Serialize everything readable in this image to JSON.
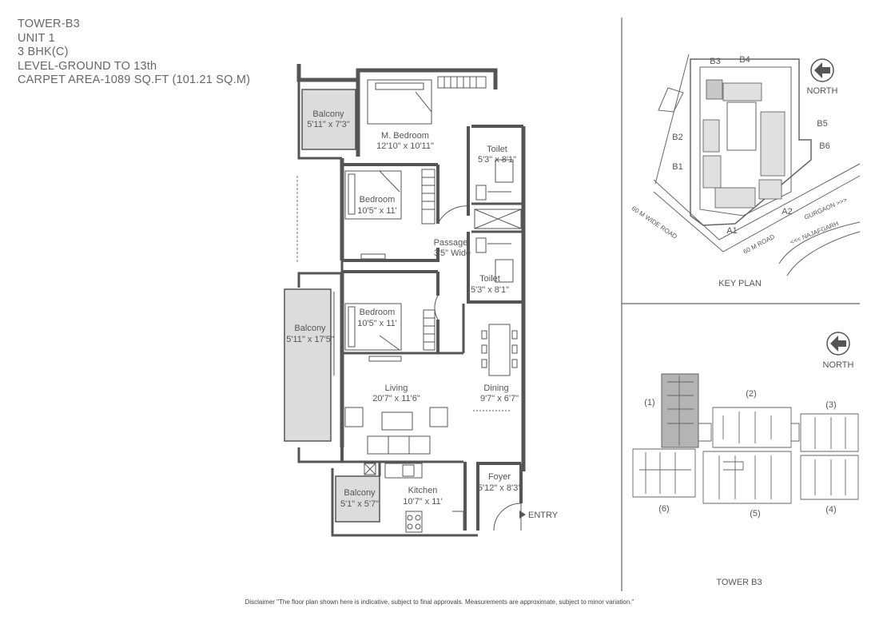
{
  "header": {
    "tower": "TOWER-B3",
    "unit": "UNIT 1",
    "type": "3 BHK(C)",
    "level": "LEVEL-GROUND TO 13th",
    "carpet_area": "CARPET AREA-1089 SQ.FT (101.21 SQ.M)"
  },
  "rooms": {
    "balcony_top": {
      "name": "Balcony",
      "size": "5'11\" x 7'3\""
    },
    "master_bedroom": {
      "name": "M. Bedroom",
      "size": "12'10\" x 10'11\""
    },
    "toilet_1": {
      "name": "Toilet",
      "size": "5'3\" x 8'1\""
    },
    "bedroom_1": {
      "name": "Bedroom",
      "size": "10'5\" x 11'"
    },
    "passage": {
      "name": "Passage",
      "size": "3'5\" Wide"
    },
    "toilet_2": {
      "name": "Toilet",
      "size": "5'3\" x 8'1\""
    },
    "balcony_left": {
      "name": "Balcony",
      "size": "5'11\" x 17'5\""
    },
    "bedroom_2": {
      "name": "Bedroom",
      "size": "10'5\" x 11'"
    },
    "living": {
      "name": "Living",
      "size": "20'7\" x 11'6\""
    },
    "dining": {
      "name": "Dining",
      "size": "9'7\" x 6'7\""
    },
    "foyer": {
      "name": "Foyer",
      "size": "5'12\" x 8'3\""
    },
    "balcony_small": {
      "name": "Balcony",
      "size": "5'1\" x 5'7\""
    },
    "kitchen": {
      "name": "Kitchen",
      "size": "10'7\" x 11'"
    }
  },
  "entry_label": "ENTRY",
  "key_plan": {
    "title": "KEY PLAN",
    "north": "NORTH",
    "blocks": [
      "B3",
      "B4",
      "B5",
      "B6",
      "B2",
      "B1",
      "A1",
      "A2"
    ],
    "roads": [
      "60 M WIDE ROAD",
      "60 M ROAD",
      "GURGAON >>>",
      "<<< NAJAFGARH"
    ]
  },
  "tower_plan": {
    "title": "TOWER B3",
    "north": "NORTH",
    "units": [
      "(1)",
      "(2)",
      "(3)",
      "(4)",
      "(5)",
      "(6)"
    ]
  },
  "disclaimer": "Disclaimer \"The floor plan shown here is indicative, subject to final approvals. Measurements are approximate, subject to minor variation.\"",
  "colors": {
    "wall": "#555555",
    "balcony_fill": "#dcdcdc",
    "line": "#666666",
    "highlight": "#b4b4b4"
  }
}
